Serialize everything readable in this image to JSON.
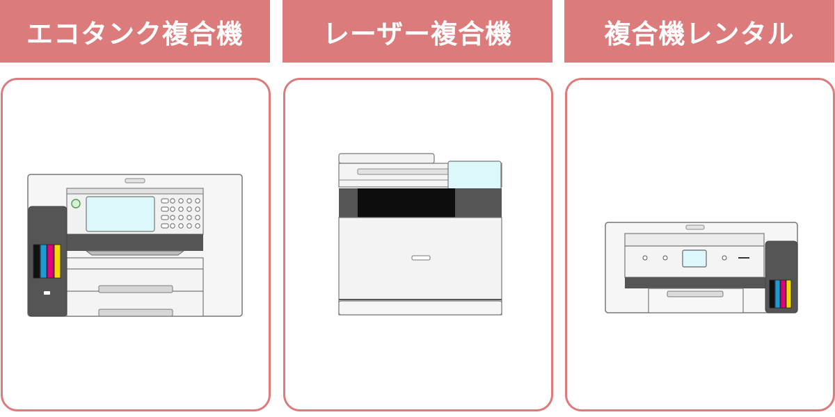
{
  "theme": {
    "accent": "#dc7b7b",
    "card_border": "#dc7b7b",
    "device_dark": "#555555",
    "screen_fill": "#ddf8fb",
    "ink_black": "#111111",
    "ink_cyan": "#1e9bd7",
    "ink_magenta": "#e3007f",
    "ink_yellow": "#f5d800"
  },
  "columns": [
    {
      "id": "ecotank",
      "label": "エコタンク複合機",
      "illustration": "ecotank-printer-icon"
    },
    {
      "id": "laser",
      "label": "レーザー複合機",
      "illustration": "laser-printer-icon"
    },
    {
      "id": "rental",
      "label": "複合機レンタル",
      "illustration": "compact-printer-icon"
    }
  ]
}
